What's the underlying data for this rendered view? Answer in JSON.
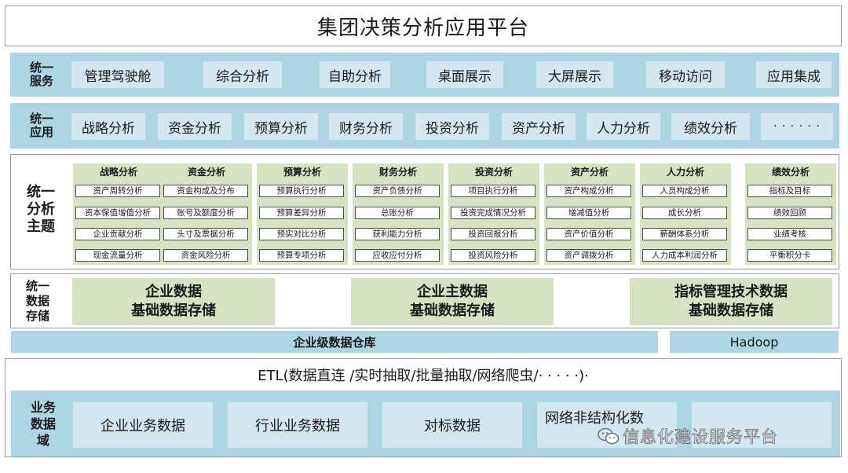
{
  "title": "集团决策分析应用平台",
  "service": {
    "label": "统一\n服务",
    "items": [
      "管理驾驶舱",
      "综合分析",
      "自助分析",
      "桌面展示",
      "大屏展示",
      "移动访问",
      "应用集成"
    ]
  },
  "application": {
    "label": "统一\n应用",
    "items": [
      "战略分析",
      "资金分析",
      "预算分析",
      "财务分析",
      "投资分析",
      "资产分析",
      "人力分析",
      "绩效分析",
      "· · · · · ·"
    ]
  },
  "topics": {
    "label": "统一\n分析\n主题",
    "columns": [
      {
        "title": "战略分析",
        "items": [
          "资产周转分析",
          "资本保值增值分析",
          "企业贡献分析",
          "现金流量分析"
        ]
      },
      {
        "title": "资金分析",
        "items": [
          "资金构成及分布",
          "账号及额度分析",
          "头寸及票据分析",
          "资金风险分析"
        ]
      },
      {
        "title": "预算分析",
        "items": [
          "预算执行分析",
          "预算差异分析",
          "预实对比分析",
          "预算专项分析"
        ]
      },
      {
        "title": "财务分析",
        "items": [
          "资产负债分析",
          "总账分析",
          "获利能力分析",
          "应收应付分析"
        ]
      },
      {
        "title": "投资分析",
        "items": [
          "项目执行分析",
          "投资完成情况分析",
          "投资回报分析",
          "投资风险分析"
        ]
      },
      {
        "title": "资产分析",
        "items": [
          "资产构成分析",
          "增减值分析",
          "资产价值分析",
          "资产调拨分析"
        ]
      },
      {
        "title": "人力分析",
        "items": [
          "人员构成分析",
          "成长分析",
          "薪酬体系分析",
          "人力成本利润分析"
        ]
      },
      {
        "title": "绩效分析",
        "items": [
          "指标及目标",
          "绩效回顾",
          "业绩考核",
          "平衡积分卡"
        ]
      }
    ]
  },
  "storage": {
    "label": "统一\n数据\n存储",
    "blocks": [
      "企业数据\n基础数据存储",
      "企业主数据\n基础数据存储",
      "指标管理技术数据\n基础数据存储"
    ],
    "warehouse": "企业级数据仓库",
    "hadoop": "Hadoop"
  },
  "business": {
    "etl": "ETL(数据直连 /实时抽取/批量抽取/网络爬虫/· · · · ·)·",
    "label": "业务\n数据\n域",
    "items": [
      "企业业务数据",
      "行业业务数据",
      "对标数据",
      "网络非结构化数"
    ]
  },
  "watermark": "信息化建设服务平台",
  "colors": {
    "label_blue": "#aed5e4",
    "item_blue": "#d3e7f0",
    "green": "#d5e3c3"
  }
}
